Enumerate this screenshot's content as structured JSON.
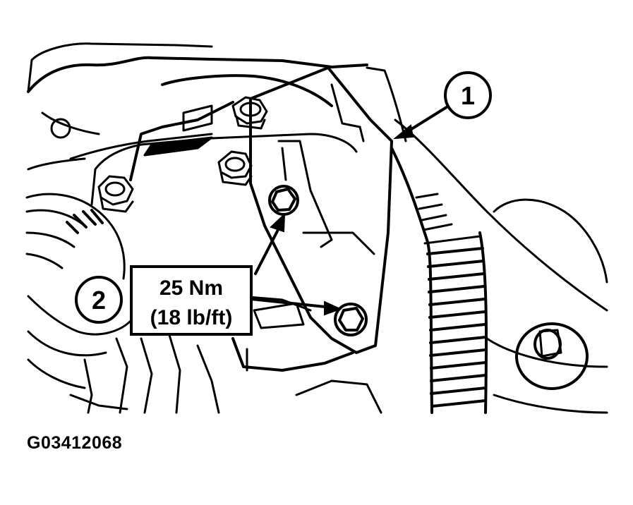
{
  "figure": {
    "id_code": "G03412068",
    "callouts": [
      {
        "number": "1",
        "target": "bracket"
      },
      {
        "number": "2",
        "target": "bolts"
      }
    ],
    "torque": {
      "metric": "25 Nm",
      "imperial": "(18 lb/ft)"
    }
  },
  "colors": {
    "ink": "#000000",
    "paper": "#ffffff"
  }
}
